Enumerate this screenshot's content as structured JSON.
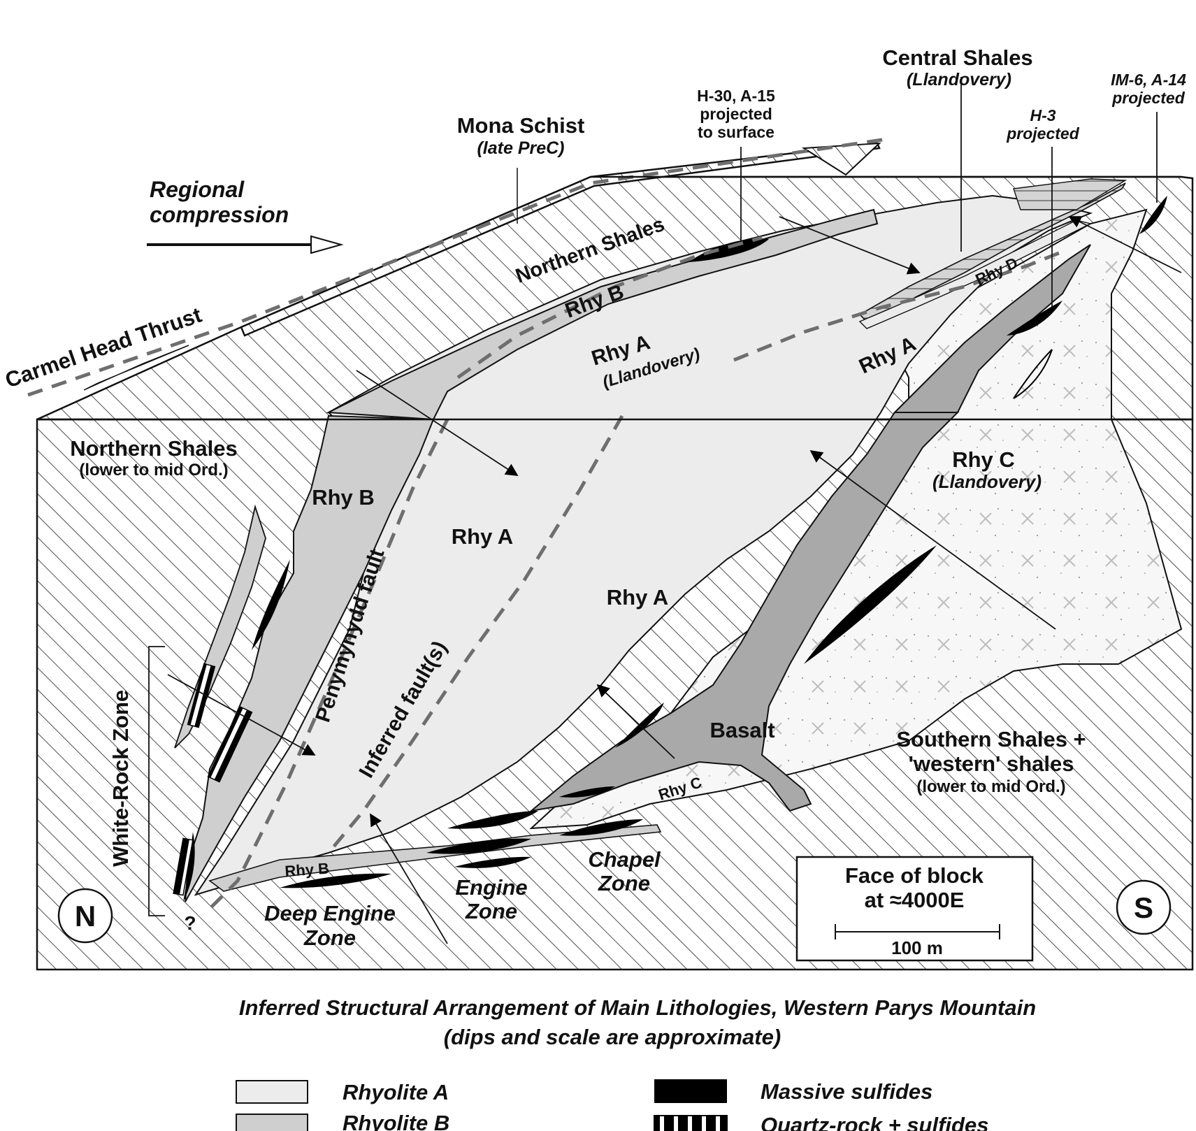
{
  "labels": {
    "central_shales": "Central Shales",
    "central_shales_age": "(Llandovery)",
    "h30_a15": "H-30, A-15",
    "h30_projected": "projected",
    "h30_to_surface": "to surface",
    "im6_a14": "IM-6, A-14",
    "im6_projected": "projected",
    "h3": "H-3",
    "h3_projected": "projected",
    "mona_schist": "Mona Schist",
    "mona_schist_age": "(late PreC)",
    "regional": "Regional",
    "compression": "compression",
    "northern_shales_upper": "Northern Shales",
    "rhy_d": "Rhy D",
    "rhy_b_upper": "Rhy B",
    "rhy_a_upper": "Rhy A",
    "rhy_a_llandovery": "(Llandovery)",
    "rhy_a_right_upper": "Rhy A",
    "carmel_head_thrust": "Carmel Head Thrust",
    "northern_shales_front": "Northern Shales",
    "northern_shales_front_age": "(lower to mid Ord.)",
    "rhy_b_front": "Rhy B",
    "rhy_a_front_1": "Rhy A",
    "rhy_a_front_2": "Rhy A",
    "rhy_c": "Rhy C",
    "rhy_c_age": "(Llandovery)",
    "penymynydd_fault": "Penymynydd fault",
    "inferred_faults": "Inferred fault(s)",
    "white_rock_zone": "White-Rock Zone",
    "basalt": "Basalt",
    "southern_shales_1": "Southern Shales +",
    "southern_shales_2": "'western' shales",
    "southern_shales_age": "(lower to mid Ord.)",
    "rhy_c_small": "Rhy C",
    "rhy_b_small": "Rhy B",
    "engine_zone_1": "Engine",
    "engine_zone_2": "Zone",
    "chapel_zone_1": "Chapel",
    "chapel_zone_2": "Zone",
    "deep_engine_1": "Deep Engine",
    "deep_engine_2": "Zone",
    "question_mark": "?",
    "north": "N",
    "south": "S",
    "face_of_block_1": "Face of block",
    "face_of_block_2": "at ≈4000E",
    "scale_label": "100 m"
  },
  "caption": {
    "title": "Inferred Structural Arrangement of Main Lithologies, Western Parys Mountain",
    "subtitle": "(dips and scale are approximate)"
  },
  "legend": {
    "rhyolite_a": "Rhyolite A",
    "rhyolite_b": "Rhyolite B",
    "massive_sulfides": "Massive sulfides",
    "quartz_rock": "Quartz-rock + sulfides"
  },
  "colors": {
    "rhyolite_a": "#ececec",
    "rhyolite_b": "#cfcfcf",
    "basalt": "#a9a9a9",
    "rhyolite_c": "#f6f6f6",
    "hatch": "#222222",
    "fault_dash": "#6e6e6e"
  }
}
